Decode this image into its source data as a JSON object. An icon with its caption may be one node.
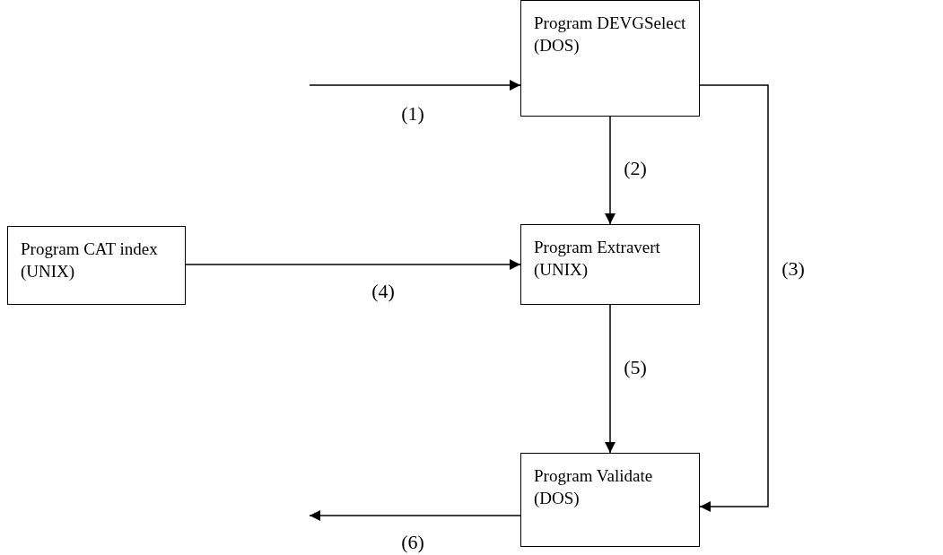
{
  "diagram": {
    "nodes": [
      {
        "text": [
          "Program DEVGSelect (DOS)"
        ]
      },
      {
        "text": [
          "Program CAT index (UNIX)"
        ]
      },
      {
        "text": [
          "Program Extravert (UNIX)"
        ]
      },
      {
        "text": [
          "Program Validate (DOS)"
        ]
      }
    ],
    "edges": [
      {
        "from": null,
        "to": 0,
        "arrow": "to",
        "label": "(1)"
      },
      {
        "from": 0,
        "to": 2,
        "arrow": "to",
        "label": "(2)"
      },
      {
        "from": 0,
        "to": 3,
        "arrow": "to",
        "label": "(3)"
      },
      {
        "from": 1,
        "to": 2,
        "arrow": "to",
        "label": "(4)"
      },
      {
        "from": 2,
        "to": 3,
        "arrow": "to",
        "label": "(5)"
      },
      {
        "from": 3,
        "to": null,
        "arrow": "to",
        "label": "(6)"
      }
    ]
  }
}
